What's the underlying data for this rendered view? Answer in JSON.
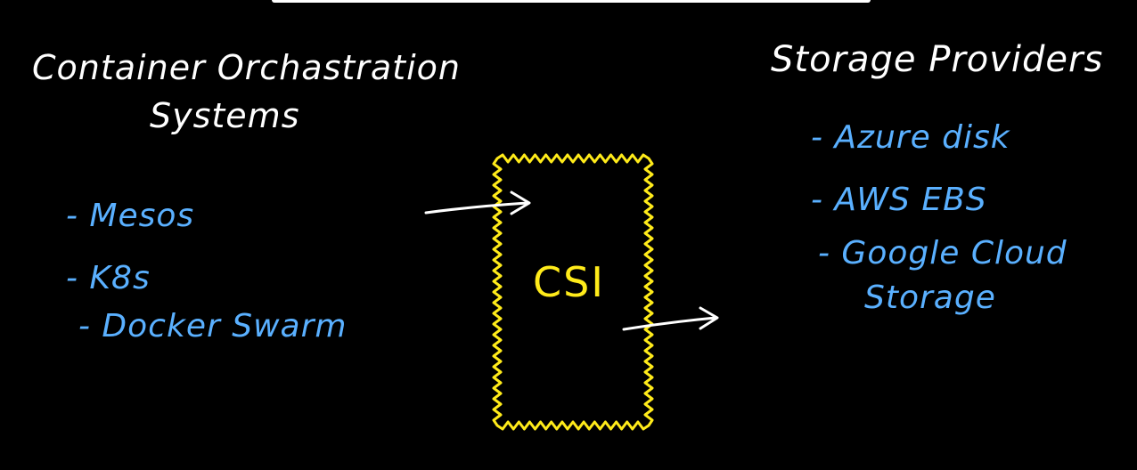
{
  "left": {
    "title_line1": "Container Orchastration",
    "title_line2": "Systems",
    "items": [
      "- Mesos",
      "- K8s",
      "- Docker Swarm"
    ]
  },
  "center": {
    "label": "CSI"
  },
  "right": {
    "title": "Storage Providers",
    "items": [
      "- Azure disk",
      "- AWS EBS",
      "- Google Cloud",
      "Storage"
    ]
  },
  "colors": {
    "background": "#000000",
    "title": "#ffffff",
    "list": "#5ab0ff",
    "box": "#ffeb1a",
    "arrow": "#ffffff"
  }
}
